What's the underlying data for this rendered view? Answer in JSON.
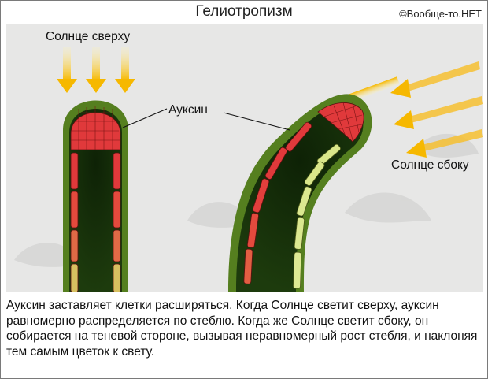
{
  "title": "Гелиотропизм",
  "copyright": "©Вообще-то.НЕТ",
  "labels": {
    "sun_top": "Солнце сверху",
    "auxin": "Ауксин",
    "sun_side": "Солнце сбоку"
  },
  "caption": "Ауксин заставляет клетки расширяться. Когда Солнце светит сверху, ауксин равномерно распределяется по стеблю. Когда же Солнце светит сбоку, он собирается на теневой стороне, вызывая неравномерный рост стебля, и наклоняя тем самым цветок к свету.",
  "colors": {
    "panel_bg": "#e7e7e6",
    "arrow": "#f4b400",
    "stem_outer": "#4f7a1e",
    "stem_inner": "#1c3a0c",
    "auxin_cells": "#e53a3a",
    "light_cells": "#d8e890"
  }
}
